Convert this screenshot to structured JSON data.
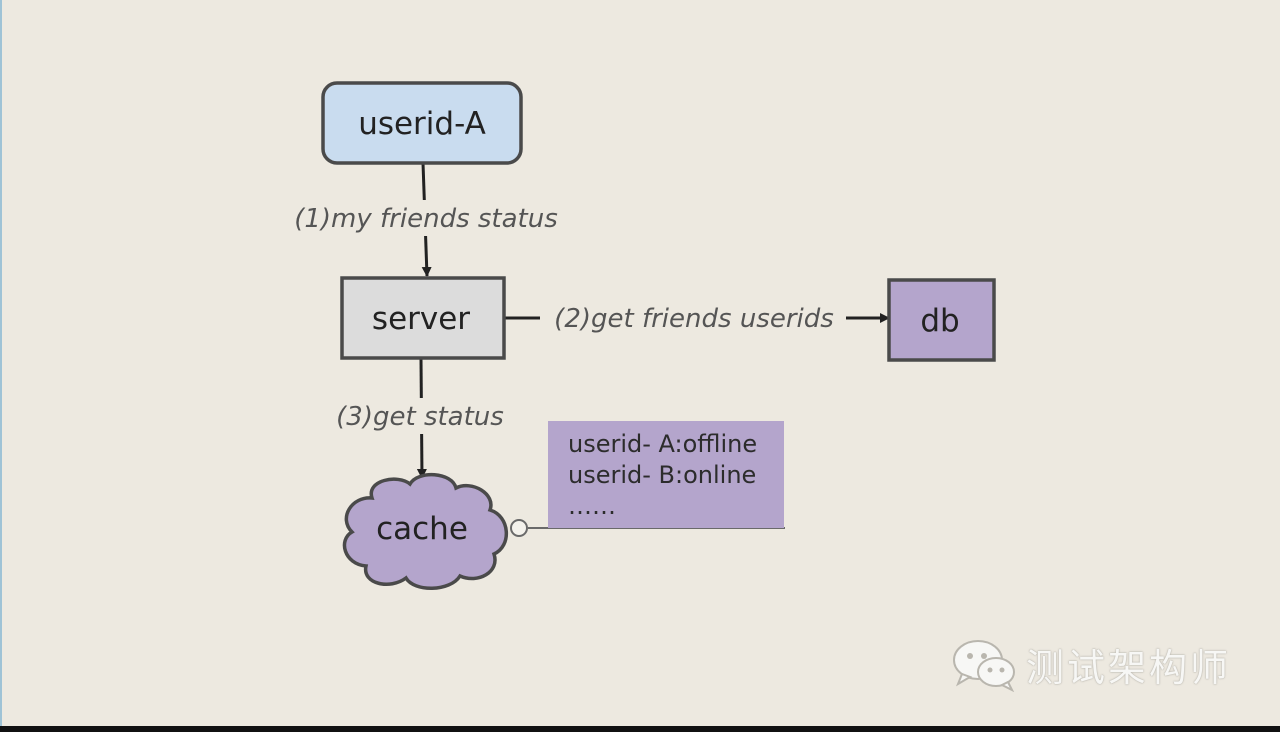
{
  "nodes": {
    "user": "userid-A",
    "server": "server",
    "db": "db",
    "cache": "cache"
  },
  "edges": {
    "step1": "(1)my friends status",
    "step2": "(2)get friends userids",
    "step3": "(3)get status"
  },
  "note": {
    "line1": "userid- A:offline",
    "line2": "userid- B:online",
    "line3": "……"
  },
  "watermark": "测试架构师",
  "colors": {
    "background": "#ede9e0",
    "user_fill": "#c9dcef",
    "server_fill": "#dcdcdc",
    "purple": "#b4a5cc",
    "stroke": "#4a4a4a"
  }
}
